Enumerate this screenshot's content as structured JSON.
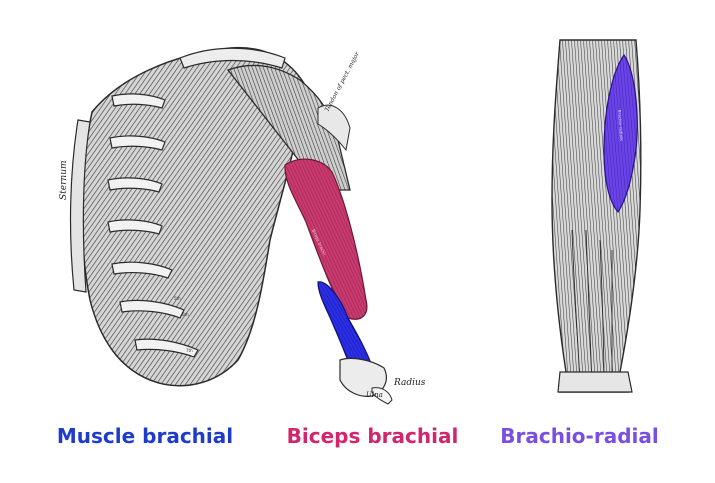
{
  "captions": {
    "brachialis": "Muscle brachial",
    "biceps": "Biceps brachial",
    "brachioradialis": "Brachio-radial"
  },
  "labels": {
    "sternum": "Sternum",
    "radius": "Radius",
    "ulna": "Ulna",
    "tendon": "Tendon of pect. major",
    "biceps_muscle": "Biceps brachii",
    "forearm_muscle": "Brachio-radialis",
    "rib5": "5th",
    "rib6": "6th",
    "rib7": "7th"
  },
  "colors": {
    "brachialis": "#1f3bc9",
    "biceps": "#d1266d",
    "brachioradialis": "#7a4fe0",
    "biceps_fill": "#c2386b",
    "brachialis_fill": "#2a2fe0",
    "brachioradialis_fill": "#6a3fe6",
    "ink": "#2b2b2b"
  }
}
